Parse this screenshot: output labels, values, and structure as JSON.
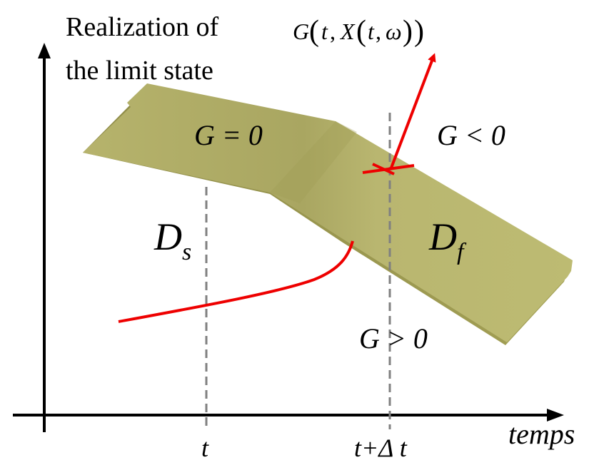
{
  "title": {
    "line1": "Realization of",
    "line2": "the limit state"
  },
  "formula": {
    "g": "G",
    "lparen": "(",
    "t": "t",
    "comma1": ",",
    "x": "X",
    "lparen2": "(",
    "t2": "t",
    "comma2": ",",
    "omega": "ω",
    "rparen2": ")",
    "rparen": ")"
  },
  "regions": {
    "g_zero": "G = 0",
    "g_negative": "G < 0",
    "g_positive": "G > 0",
    "safe_main": "D",
    "safe_sub": "s",
    "fail_main": "D",
    "fail_sub": "f"
  },
  "axes": {
    "x_label": "temps",
    "tick_t": "t",
    "tick_t_dt_prefix": "t+",
    "tick_t_dt_delta": "Δ",
    "tick_t_dt_suffix": " t"
  },
  "colors": {
    "surface": "#b8b56a",
    "surface_dark": "#9d9a56",
    "trajectory": "#ee0000",
    "axis": "#000000",
    "guide": "#808080"
  }
}
